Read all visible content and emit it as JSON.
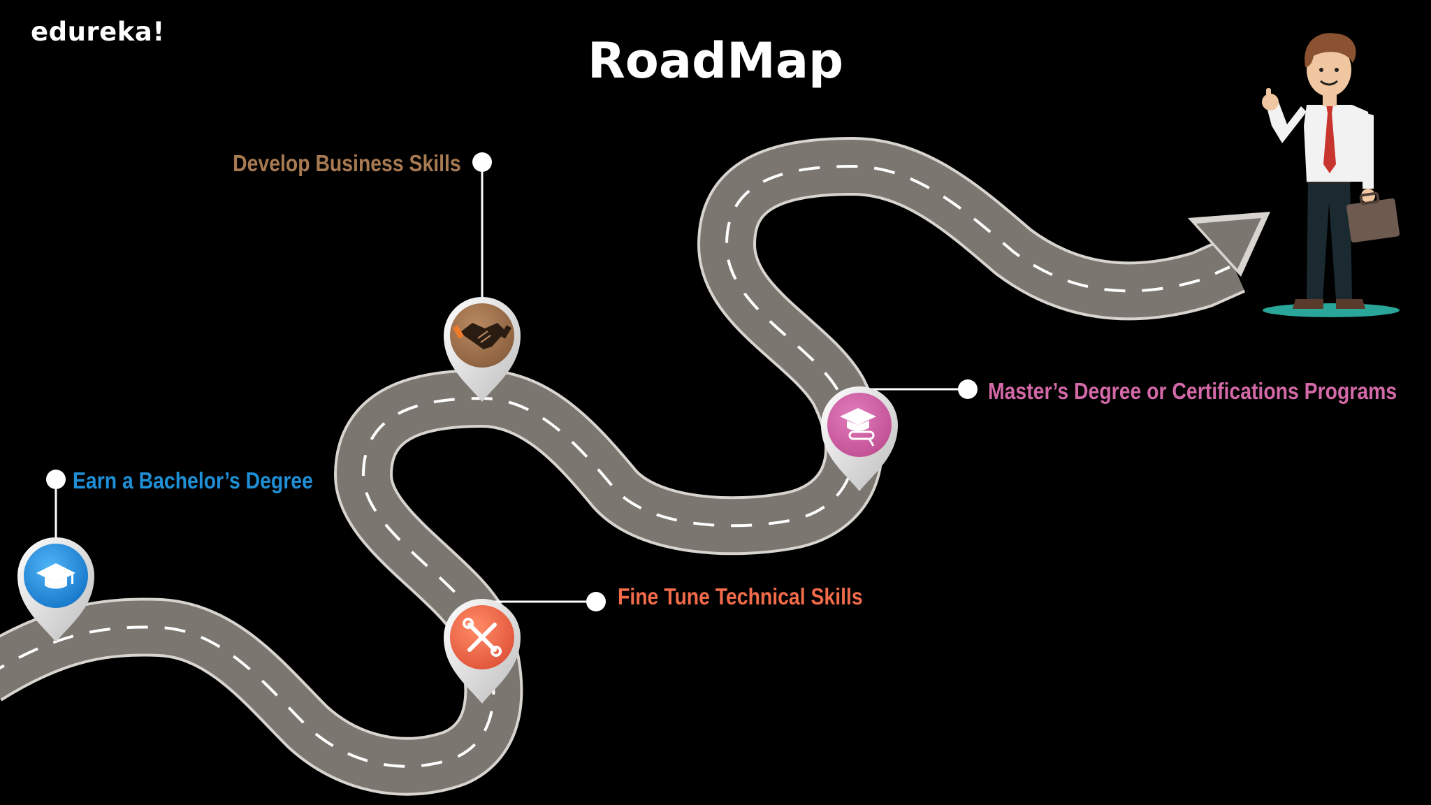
{
  "brand": "edureka!",
  "title": "RoadMap",
  "colors": {
    "background": "#000000",
    "road": "#7b766f",
    "road_edge": "#d8d4cf",
    "road_dash": "#ffffff",
    "connector": "#ffffff"
  },
  "steps": [
    {
      "label": "Earn a Bachelor’s Degree",
      "color": "#1f8fd6",
      "icon": "graduation-cap-icon"
    },
    {
      "label": "Fine Tune Technical Skills",
      "color": "#f26b4a",
      "icon": "wrench-screwdriver-icon"
    },
    {
      "label": "Develop Business Skills",
      "color": "#a87a52",
      "icon": "handshake-icon"
    },
    {
      "label": "Master’s Degree or Certifications Programs",
      "color": "#d469a8",
      "icon": "diploma-cap-icon"
    }
  ]
}
